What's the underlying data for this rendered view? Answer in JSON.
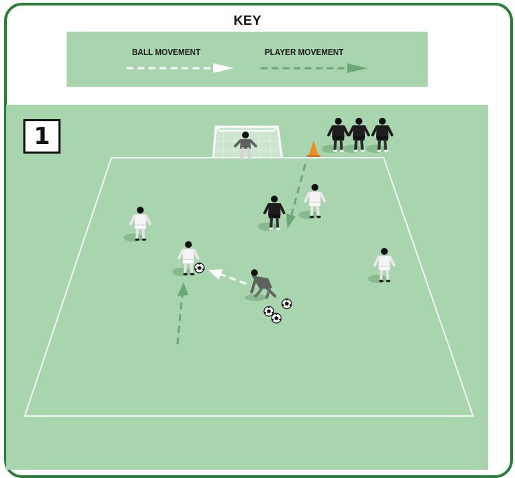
{
  "key": {
    "title": "KEY",
    "ball_movement_label": "BALL MOVEMENT",
    "player_movement_label": "PLAYER MOVEMENT"
  },
  "diagram": {
    "step_number": "1",
    "colors": {
      "pitch": "#a8d5ae",
      "border": "#2e7d3a",
      "ball_arrow": "#ffffff",
      "player_arrow": "#6aa676",
      "white_team": "#f4f4f4",
      "black_team": "#1d1d1d",
      "goalkeeper": "#6b6f6c",
      "cone": "#f08c1e"
    },
    "icons": [
      "goal-icon",
      "cone-icon",
      "ball-icon",
      "player-icon"
    ]
  }
}
